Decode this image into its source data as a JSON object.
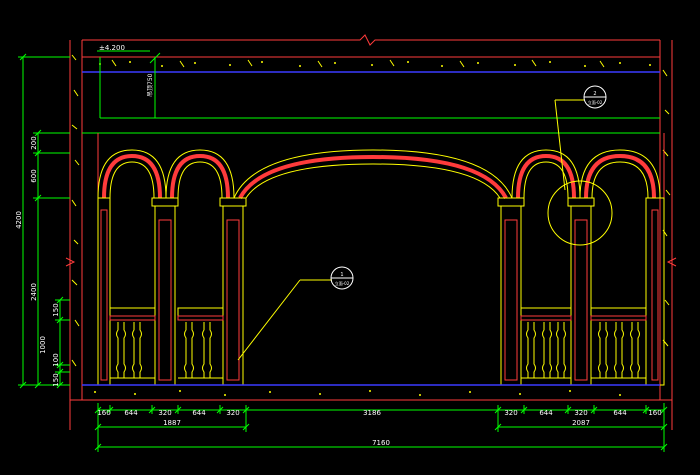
{
  "drawing": {
    "level_mark": "±4.200",
    "ceiling_label": "吊顶750",
    "callout_arch": {
      "number": "2",
      "sheet": "立面-02"
    },
    "callout_column": {
      "number": "1",
      "sheet": "立面-02"
    },
    "bottom_dims_row1": [
      "160",
      "644",
      "320",
      "644",
      "320",
      "3186",
      "320",
      "644",
      "320",
      "644",
      "160"
    ],
    "bottom_dims_row2": [
      "1887",
      "2087"
    ],
    "bottom_dims_total": "7160",
    "left_dims_segments": [
      "200",
      "600",
      "2400",
      "150",
      "1000",
      "100",
      "150"
    ],
    "left_dim_total": "4200"
  },
  "colors": {
    "background": "#000000",
    "frame": "#ff3b3b",
    "dimension": "#00ff00",
    "ornament": "#ffff00",
    "hatch_line": "#3b3bff",
    "text": "#ffffff"
  }
}
